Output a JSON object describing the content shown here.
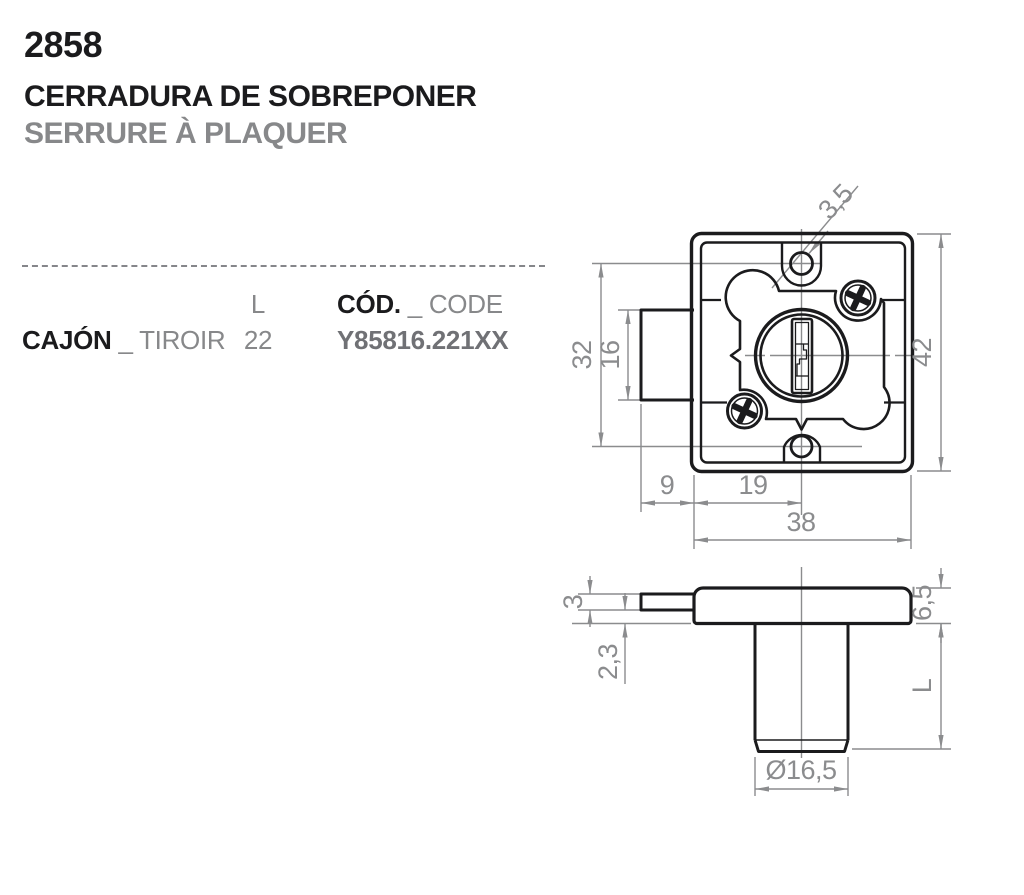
{
  "page": {
    "product_number": "2858",
    "title_primary": "CERRADURA DE SOBREPONER",
    "title_secondary": "SERRURE À PLAQUER"
  },
  "table": {
    "header": {
      "l": "L",
      "cod": "CÓD.",
      "code": "_ CODE"
    },
    "row": {
      "type_primary": "CAJÓN",
      "type_secondary": "_ TIROIR",
      "l_value": "22",
      "code_value": "Y85816.221XX"
    }
  },
  "front_view": {
    "dim_hole_diameter": "3,5",
    "dim_hole_spacing": "32",
    "dim_latch_height": "16",
    "dim_plate_height": "42",
    "dim_latch_offset": "9",
    "dim_center_offset": "19",
    "dim_plate_width": "38"
  },
  "side_view": {
    "dim_latch_thickness": "3",
    "dim_gap": "2,3",
    "dim_plate_depth": "6,5",
    "dim_cylinder_length": "L",
    "dim_cylinder_diameter": "Ø16,5"
  },
  "colors": {
    "ink": "#1b1b1d",
    "muted": "#87888a",
    "dim": "#8b8c8e"
  }
}
